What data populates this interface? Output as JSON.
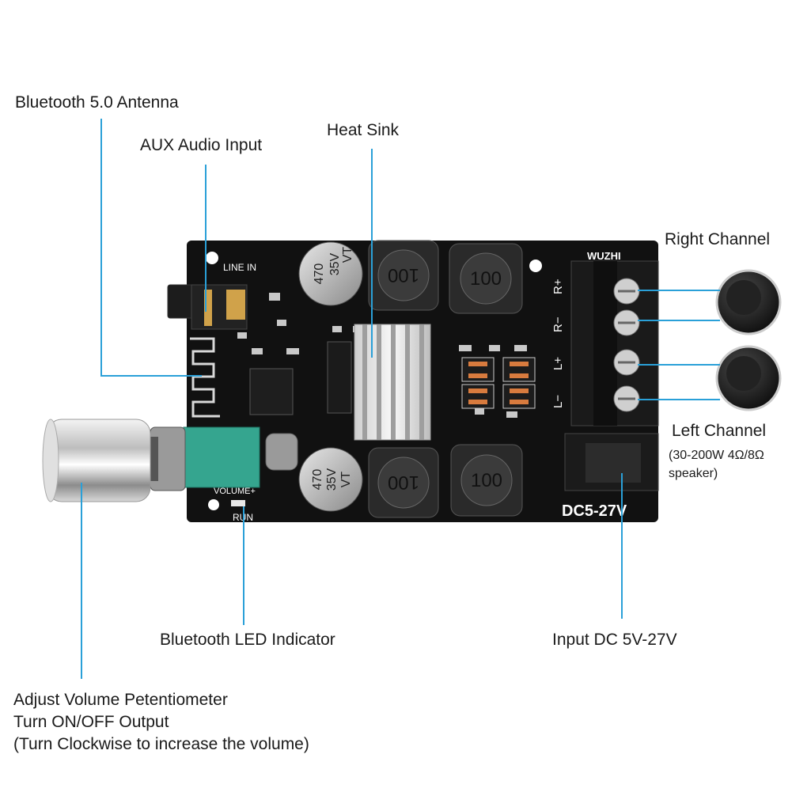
{
  "labels": {
    "antenna": "Bluetooth 5.0 Antenna",
    "aux": "AUX Audio Input",
    "heatsink": "Heat Sink",
    "right_channel": "Right Channel",
    "left_channel": "Left Channel",
    "left_channel_note_1": "(30-200W 4Ω/8Ω",
    "left_channel_note_2": "speaker)",
    "led": "Bluetooth LED Indicator",
    "input_dc": "Input DC 5V-27V",
    "volume_1": "Adjust Volume Petentiometer",
    "volume_2": "Turn ON/OFF Output",
    "volume_3": "(Turn Clockwise to increase the volume)"
  },
  "board": {
    "brand": "WUZHI",
    "line_in": "LINE IN",
    "volume": "VOLUME+",
    "run": "RUN",
    "dc": "DC5-27V",
    "cap_1": "470",
    "cap_2": "35V",
    "cap_3": "VT",
    "inductor": "100",
    "terminal_rplus": "R+",
    "terminal_rminus": "R−",
    "terminal_lplus": "L+",
    "terminal_lminus": "L−"
  },
  "colors": {
    "leader_line": "#2aa0d8",
    "pcb": "#111111",
    "potentiometer_body": "#35a58f"
  }
}
